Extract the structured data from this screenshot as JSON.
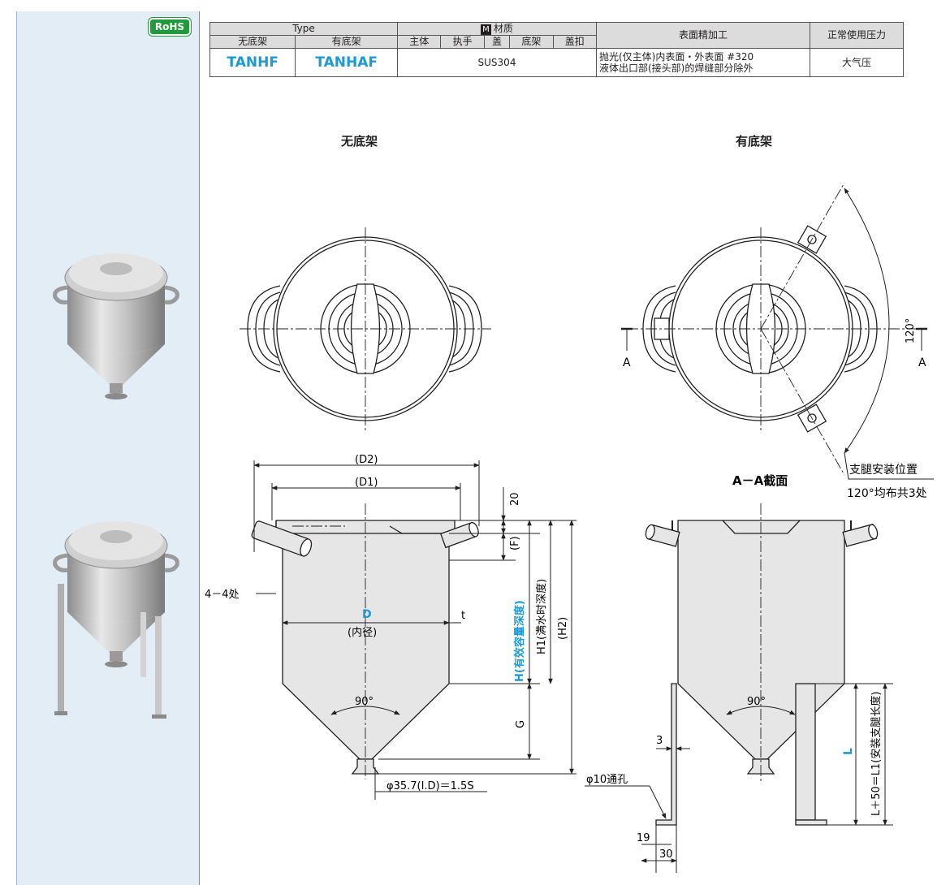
{
  "badge": "RoHS",
  "table": {
    "type_label": "Type",
    "material_label": "材质",
    "material_icon": "M",
    "finish_label": "表面精加工",
    "pressure_label": "正常使用压力",
    "sub": [
      "无底架",
      "有底架",
      "主体",
      "执手",
      "盖",
      "底架",
      "盖扣"
    ],
    "code1": "TANHF",
    "code2": "TANHAF",
    "material": "SUS304",
    "finish1": "抛光(仅主体)内表面・外表面 #320",
    "finish2": "液体出口部(接头部)的焊缝部分除外",
    "pressure": "大气压"
  },
  "captions": {
    "left": "无底架",
    "right": "有底架",
    "section": "A－A截面"
  },
  "labels": {
    "d2": "(D2)",
    "d1": "(D1)",
    "dim20": "20",
    "f": "(F)",
    "h1": "H1(满水时深度)",
    "h2": "(H2)",
    "h": "H(有效容量深度)",
    "d": "D",
    "inner": "(内径)",
    "t": "t",
    "g": "G",
    "deg90": "90°",
    "deg90b": "90°",
    "four": "4－4处",
    "pipe": "φ35.7(I.D)＝1.5S",
    "hole": "φ10通孔",
    "dim3": "3",
    "dim19": "19",
    "dim30": "30",
    "leg": "L＋50＝L1(安装支腿长度)",
    "l": "L",
    "deg120": "120°",
    "a1": "A",
    "a2": "A",
    "mount1": "支腿安装位置",
    "mount2": "120°均布共3处"
  },
  "colors": {
    "accent": "#1a9ad6",
    "line": "#231f20",
    "fill": "#e6e6e6",
    "badge": "#1f9b3a"
  }
}
